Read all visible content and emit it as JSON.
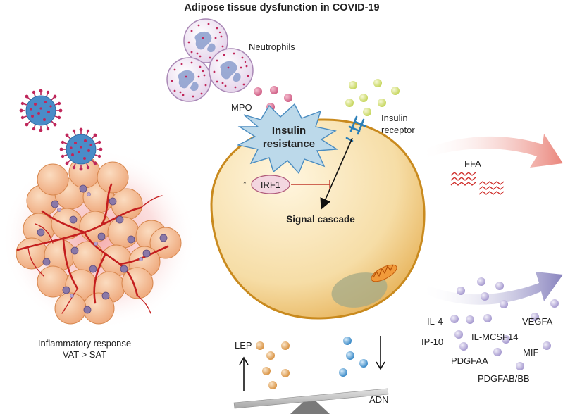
{
  "title": "Adipose tissue dysfunction in COVID-19",
  "labels": {
    "neutrophils": "Neutrophils",
    "mpo": "MPO",
    "insulin_resistance_line1": "Insulin",
    "insulin_resistance_line2": "resistance",
    "insulin_receptor_line1": "Insulin",
    "insulin_receptor_line2": "receptor",
    "irf1": "IRF1",
    "irf1_arrow": "↑",
    "signal_cascade": "Signal cascade",
    "ffa": "FFA",
    "inflammatory_line1": "Inflammatory response",
    "inflammatory_line2": "VAT > SAT",
    "lep": "LEP",
    "adn": "ADN",
    "cytokines": {
      "il4": "IL-4",
      "vegfa": "VEGFA",
      "ip10": "IP-10",
      "ilmcsf14": "IL-MCSF14",
      "mif": "MIF",
      "pdgfaa": "PDGFAA",
      "pdgfabbb": "PDGFAB/BB"
    }
  },
  "colors": {
    "adipocyte_fill": "#f7e3b4",
    "adipocyte_edge": "#c98a1e",
    "burst_fill": "#bcd9ea",
    "burst_edge": "#4a8cc0",
    "virus": "#4a8cc8",
    "virus_spike": "#c0265a",
    "mpo_dot": "#d66a8e",
    "insulin_dot": "#d3e07a",
    "receptor": "#2b7fb8",
    "ffa_wave": "#d0312d",
    "ffa_arrow": "#ec8c84",
    "cytokine_dot": "#c3b8df",
    "cytokine_arrow": "#8e88c0",
    "lep_dot": "#e3a960",
    "adn_dot": "#4a98d1",
    "inhibit_line": "#c0392b",
    "irf1_fill": "#f3d6e0"
  },
  "icons": [
    "virus-icon",
    "neutrophil-icon",
    "mitochondrion-icon",
    "seesaw-icon",
    "adipose-tissue-icon"
  ]
}
